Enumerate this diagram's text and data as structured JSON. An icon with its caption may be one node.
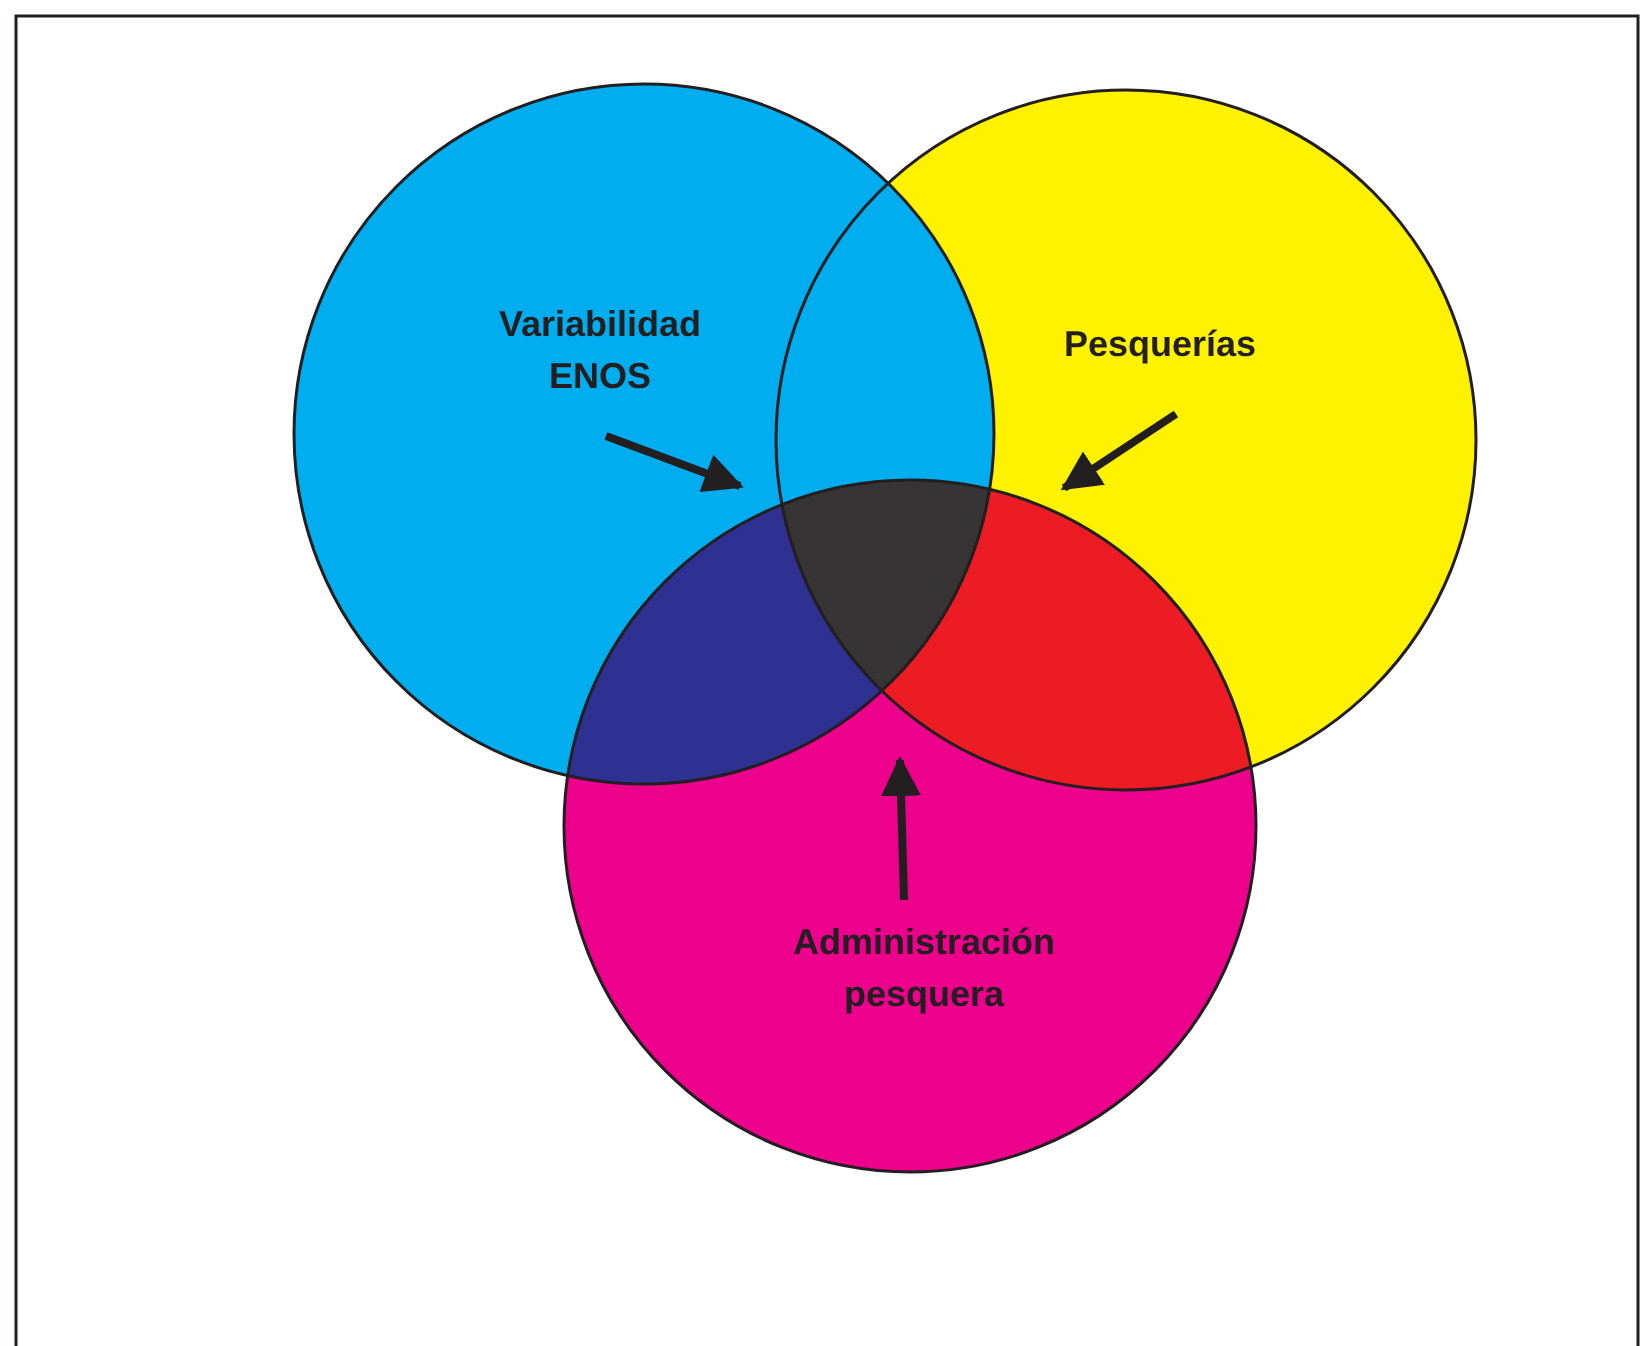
{
  "diagram": {
    "nodes": [
      {
        "text": [
          "Variabilidad ENOS"
        ]
      },
      {
        "text": [
          "Pesquerías"
        ]
      },
      {
        "text": [
          "Administración pesquera"
        ]
      }
    ],
    "edges": [
      {
        "from": 0,
        "to": null,
        "arrow": "to"
      },
      {
        "from": 1,
        "to": null,
        "arrow": "to"
      },
      {
        "from": 2,
        "to": null,
        "arrow": "to"
      }
    ]
  }
}
